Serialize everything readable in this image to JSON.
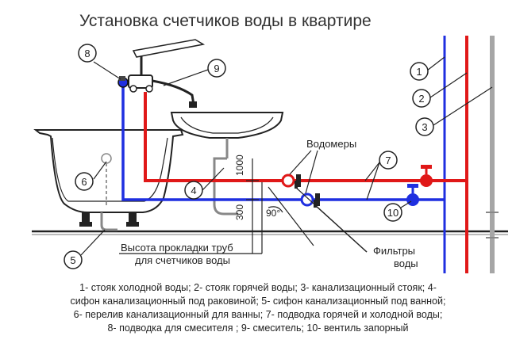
{
  "title": "Установка счетчиков воды в квартире",
  "labels": {
    "water_meters": "Водомеры",
    "filters_line1": "Фильтры",
    "filters_line2": "воды",
    "height_line1": "Высота прокладки труб",
    "height_line2": "для счетчиков воды",
    "dim_300": "300",
    "dim_1000": "1000",
    "angle": "90°"
  },
  "callouts": [
    "1",
    "2",
    "3",
    "4",
    "5",
    "6",
    "7",
    "8",
    "9",
    "10"
  ],
  "legend": [
    "1- стояк холодной воды; 2- стояк горячей воды; 3- канализационный стояк; 4-",
    "сифон канализационный под раковиной; 5- сифон канализационный под ванной;",
    "6- перелив канализационный для ванны; 7- подводка горячей и холодной воды;",
    "8- подводка для смесителя ; 9- смеситель; 10- вентиль запорный"
  ],
  "colors": {
    "cold_water": "#1f2fe0",
    "hot_water": "#e01818",
    "sewer": "#a6a6a6",
    "ink": "#222222"
  }
}
